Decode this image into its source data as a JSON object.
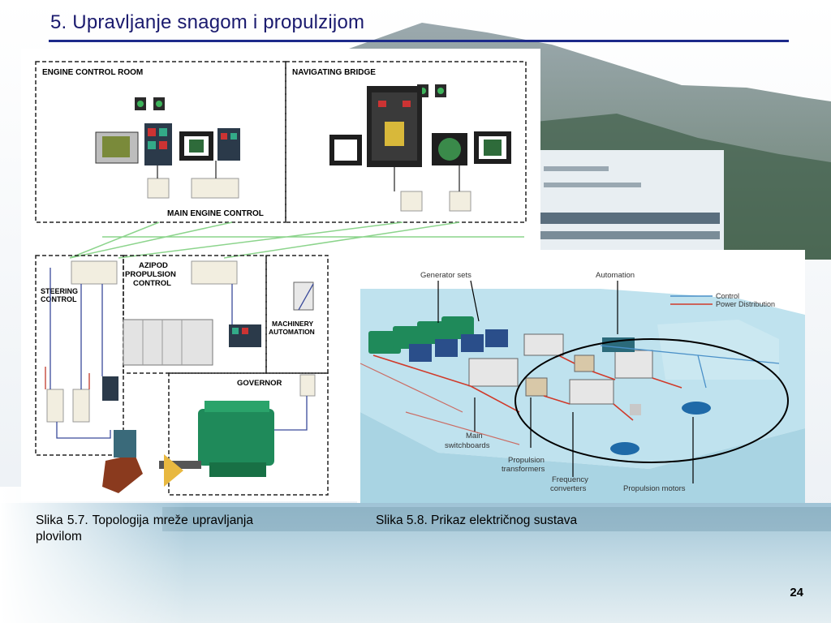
{
  "slide": {
    "title": "5. Upravljanje snagom i propulzijom",
    "page_number": "24",
    "accent_color": "#1c2a8a"
  },
  "figure_left": {
    "labels": {
      "engine_control_room": "ENGINE CONTROL ROOM",
      "navigating_bridge": "NAVIGATING BRIDGE",
      "main_engine_control": "MAIN ENGINE CONTROL",
      "steering_control_1": "STEERING",
      "steering_control_2": "CONTROL",
      "azipod_1": "AZIPOD",
      "azipod_2": "PROPULSION",
      "azipod_3": "CONTROL",
      "machinery_1": "MACHINERY",
      "machinery_2": "AUTOMATION",
      "governor": "GOVERNOR"
    },
    "caption": "Slika 5.7. Topologija mreže upravljanja plovilom"
  },
  "figure_right": {
    "labels": {
      "generator_sets": "Generator sets",
      "automation": "Automation",
      "legend_control": "Control",
      "legend_power": "Power Distribution",
      "main_switchboards_1": "Main",
      "main_switchboards_2": "switchboards",
      "propulsion_transformers_1": "Propulsion",
      "propulsion_transformers_2": "transformers",
      "frequency_converters_1": "Frequency",
      "frequency_converters_2": "converters",
      "propulsion_motors": "Propulsion motors"
    },
    "colors": {
      "control_line": "#4a90c8",
      "power_line": "#d03a2a"
    },
    "caption": "Slika 5.8. Prikaz električnog sustava"
  }
}
